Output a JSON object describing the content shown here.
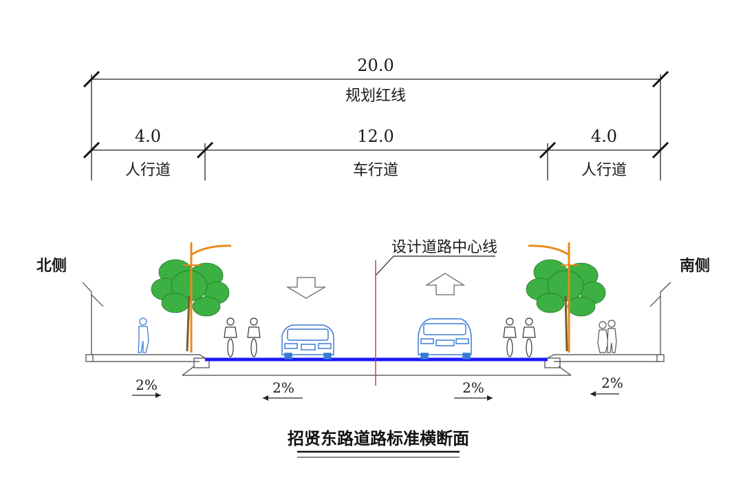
{
  "dimensions": {
    "total_width": "20.0",
    "total_label": "规划红线",
    "left_width": "4.0",
    "left_label": "人行道",
    "center_width": "12.0",
    "center_label": "车行道",
    "right_width": "4.0",
    "right_label": "人行道"
  },
  "sides": {
    "north": "北侧",
    "south": "南侧"
  },
  "centerline_label": "设计道路中心线",
  "slopes": [
    "2%",
    "2%",
    "2%",
    "2%"
  ],
  "title": "招贤东路道路标准横断面",
  "colors": {
    "lane_blue": "#1a1aff",
    "tree_green": "#22aa22",
    "pole_orange": "#e88a1a",
    "centerline_red": "#c0392b",
    "car_blue": "#3a7bd5"
  }
}
